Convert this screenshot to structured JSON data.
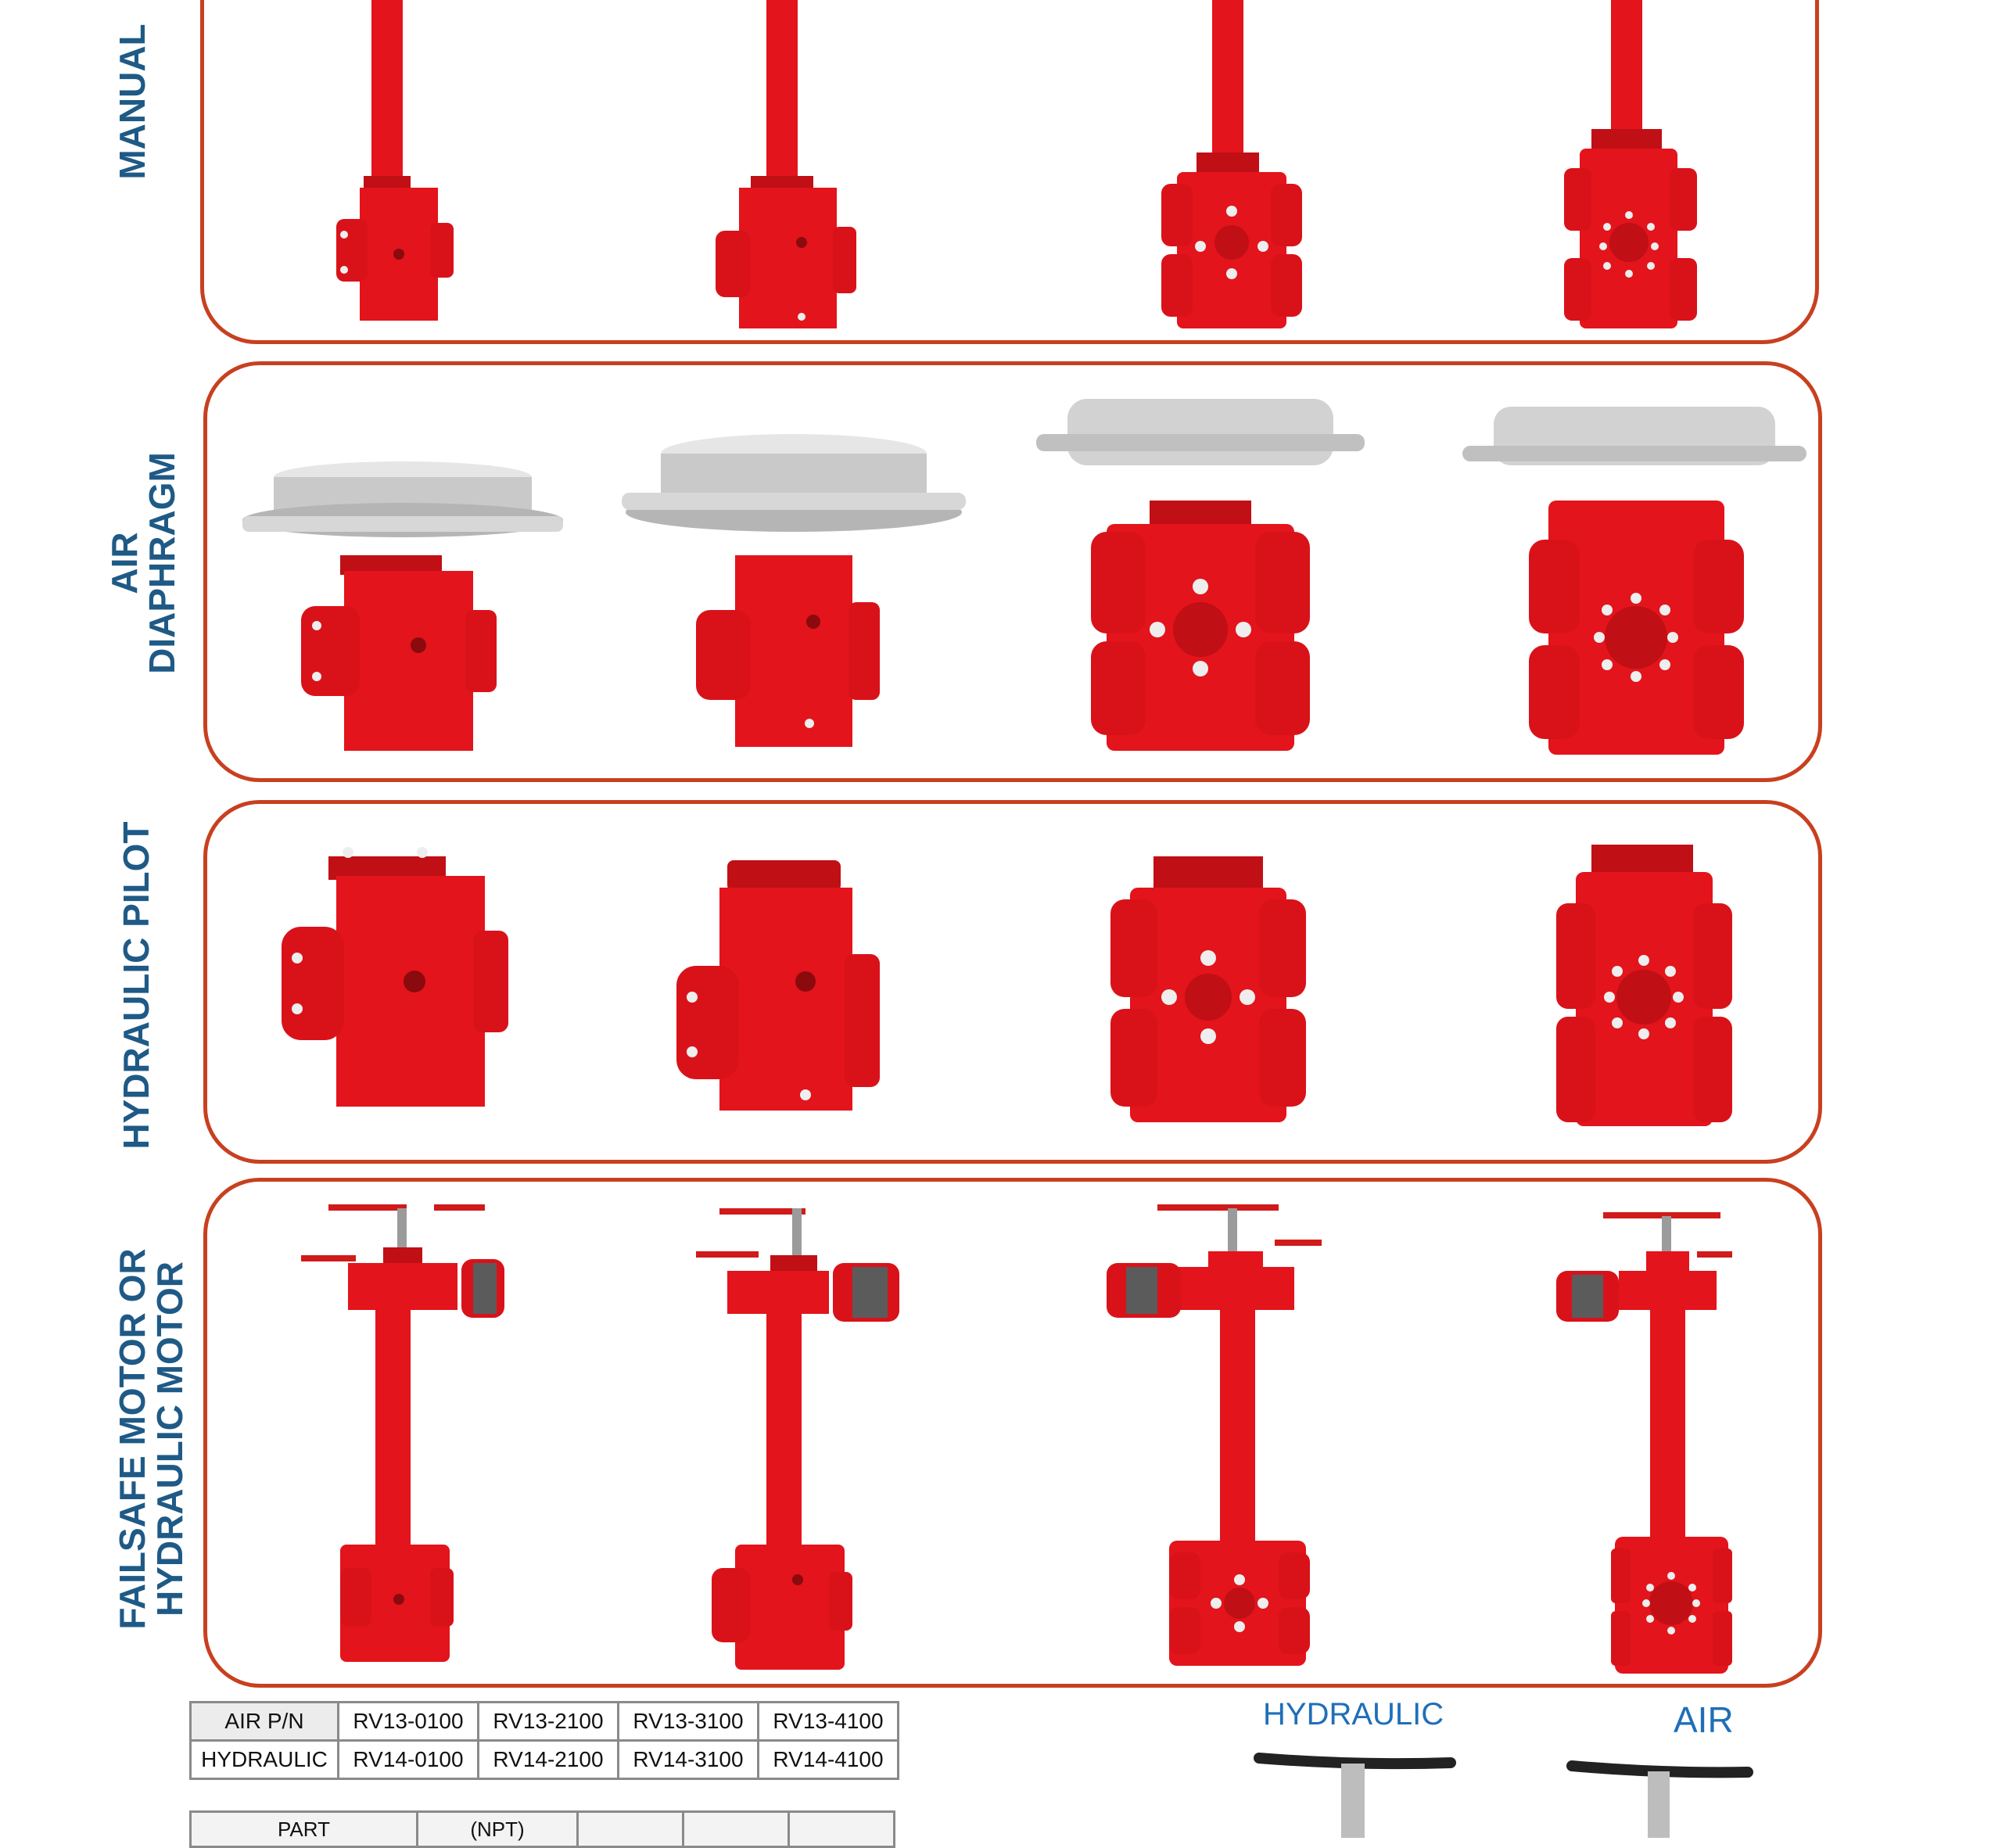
{
  "rows": [
    {
      "label_lines": [
        "MANUAL"
      ]
    },
    {
      "label_lines": [
        "AIR",
        "DIAPHRAGM"
      ]
    },
    {
      "label_lines": [
        "HYDRAULIC PILOT"
      ]
    },
    {
      "label_lines": [
        "FAILSAFE MOTOR OR",
        "HYDRAULIC MOTOR"
      ]
    }
  ],
  "part_numbers": {
    "air_label": "AIR P/N",
    "air": [
      "RV13-0100",
      "RV13-2100",
      "RV13-3100",
      "RV13-4100"
    ],
    "hydraulic_label": "HYDRAULIC",
    "hydraulic": [
      "RV14-0100",
      "RV14-2100",
      "RV14-3100",
      "RV14-4100"
    ]
  },
  "lower_table": {
    "headers": [
      "PART",
      "(NPT)",
      "",
      "",
      ""
    ]
  },
  "actuator_kinds": {
    "hydraulic": "HYDRAULIC",
    "air": "AIR"
  },
  "colors": {
    "valve_red": "#e3141b",
    "panel_border": "#c8401f",
    "label_blue": "#1f5a86",
    "diaphragm_silver": "#c9c9c9"
  }
}
